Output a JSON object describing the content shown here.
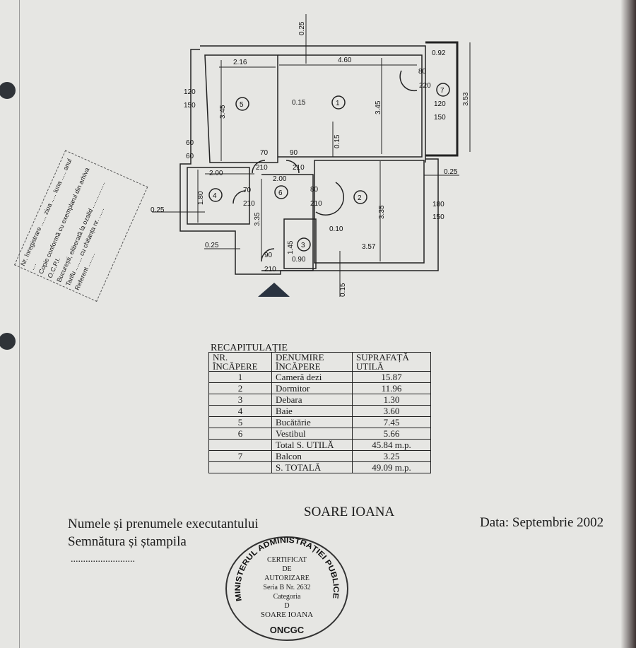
{
  "plan": {
    "rooms": [
      "1",
      "2",
      "3",
      "4",
      "5",
      "6",
      "7"
    ],
    "dims": [
      "0.25",
      "2.16",
      "4.60",
      "0.92",
      "120",
      "150",
      "3.45",
      "0.15",
      "3.45",
      "80",
      "220",
      "120",
      "150",
      "3.53",
      "60",
      "60",
      "70",
      "210",
      "2.00",
      "90",
      "210",
      "2.00",
      "0.25",
      "1.80",
      "70",
      "210",
      "80",
      "210",
      "0.25",
      "3.35",
      "180",
      "150",
      "0.15",
      "0.10",
      "1.45",
      "0.90",
      "3.57",
      "3.35",
      "0.25",
      "90",
      "210",
      "0.15"
    ]
  },
  "table": {
    "caption": "RECAPITULAȚIE",
    "headers": [
      "NR. ÎNCĂPERE",
      "DENUMIRE ÎNCĂPERE",
      "SUPRAFAȚĂ UTILĂ"
    ],
    "rows": [
      [
        "1",
        "Cameră dezi",
        "15.87"
      ],
      [
        "2",
        "Dormitor",
        "11.96"
      ],
      [
        "3",
        "Debara",
        "1.30"
      ],
      [
        "4",
        "Baie",
        "3.60"
      ],
      [
        "5",
        "Bucătărie",
        "7.45"
      ],
      [
        "6",
        "Vestibul",
        "5.66"
      ],
      [
        "",
        "Total S. UTILĂ",
        "45.84 m.p."
      ],
      [
        "7",
        "Balcon",
        "3.25"
      ],
      [
        "",
        "S. TOTALĂ",
        "49.09 m.p."
      ]
    ]
  },
  "footer": {
    "executant_label": "Numele și prenumele executantului",
    "executant_name": "SOARE IOANA",
    "signature_label": "Semnătura și ștampila",
    "signature_dots": "..........................",
    "date": "Data: Septembrie 2002"
  },
  "stamp": {
    "ring": "MINISTERUL ADMINISTRAȚIEI PUBLICE",
    "bottom": "ONCGC",
    "lines": [
      "CERTIFICAT",
      "DE",
      "AUTORIZARE",
      "Seria B Nr. 2632",
      "Categoria",
      "D",
      "SOARE IOANA"
    ]
  },
  "registration_stamp": {
    "lines": [
      "Nr. înregistrare ...... ziua ..... luna ..... anul ....",
      "Copie conformă cu exemplarul din arhiva O.C.P.I.",
      "București, eliberată la ozalid ................",
      "Tarifu ........ cu chitanța nr. ......",
      "Referent ........"
    ]
  }
}
